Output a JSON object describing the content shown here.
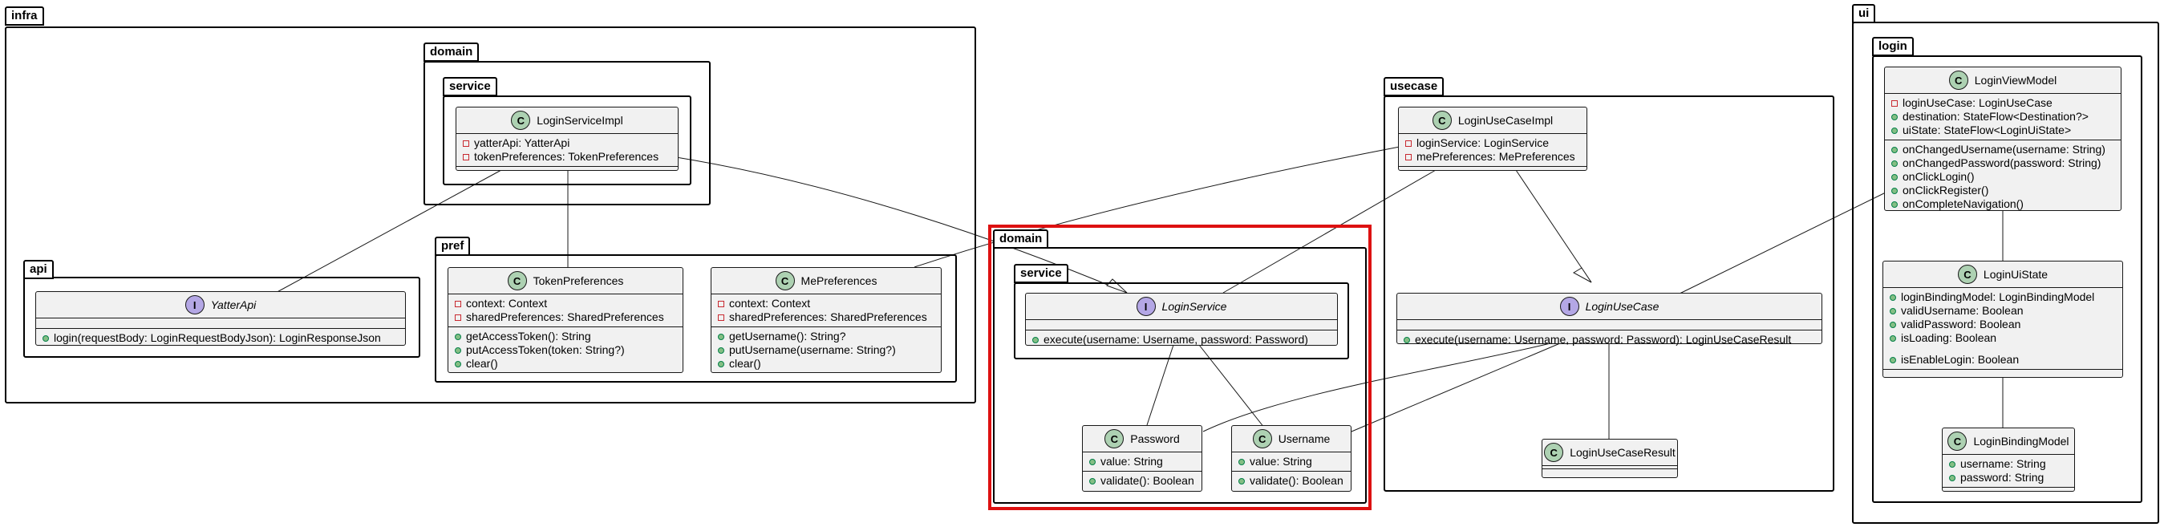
{
  "packages": {
    "infra": "infra",
    "infra_domain": "domain",
    "infra_domain_service": "service",
    "infra_api": "api",
    "infra_pref": "pref",
    "domain": "domain",
    "domain_service": "service",
    "usecase": "usecase",
    "ui": "ui",
    "ui_login": "login"
  },
  "classes": {
    "login_service_impl": {
      "name": "LoginServiceImpl",
      "fields": [
        "yatterApi: YatterApi",
        "tokenPreferences: TokenPreferences"
      ]
    },
    "yatter_api": {
      "name": "YatterApi",
      "methods": [
        "login(requestBody: LoginRequestBodyJson): LoginResponseJson"
      ]
    },
    "token_preferences": {
      "name": "TokenPreferences",
      "fields": [
        "context: Context",
        "sharedPreferences: SharedPreferences"
      ],
      "methods": [
        "getAccessToken(): String",
        "putAccessToken(token: String?)",
        "clear()"
      ]
    },
    "me_preferences": {
      "name": "MePreferences",
      "fields": [
        "context: Context",
        "sharedPreferences: SharedPreferences"
      ],
      "methods": [
        "getUsername(): String?",
        "putUsername(username: String?)",
        "clear()"
      ]
    },
    "login_service": {
      "name": "LoginService",
      "methods": [
        "execute(username: Username, password: Password)"
      ]
    },
    "password": {
      "name": "Password",
      "fields": [
        "value: String"
      ],
      "methods": [
        "validate(): Boolean"
      ]
    },
    "username": {
      "name": "Username",
      "fields": [
        "value: String"
      ],
      "methods": [
        "validate(): Boolean"
      ]
    },
    "login_usecase_impl": {
      "name": "LoginUseCaseImpl",
      "fields": [
        "loginService: LoginService",
        "mePreferences: MePreferences"
      ]
    },
    "login_usecase": {
      "name": "LoginUseCase",
      "methods": [
        "execute(username: Username, password: Password): LoginUseCaseResult"
      ]
    },
    "login_usecase_result": {
      "name": "LoginUseCaseResult"
    },
    "login_view_model": {
      "name": "LoginViewModel",
      "fields": [
        "loginUseCase: LoginUseCase",
        "destination: StateFlow<Destination?>",
        "uiState: StateFlow<LoginUiState>"
      ],
      "methods": [
        "onChangedUsername(username: String)",
        "onChangedPassword(password: String)",
        "onClickLogin()",
        "onClickRegister()",
        "onCompleteNavigation()"
      ]
    },
    "login_ui_state": {
      "name": "LoginUiState",
      "fields": [
        "loginBindingModel: LoginBindingModel",
        "validUsername: Boolean",
        "validPassword: Boolean",
        "isLoading: Boolean"
      ],
      "extra": [
        "isEnableLogin: Boolean"
      ]
    },
    "login_binding_model": {
      "name": "LoginBindingModel",
      "fields": [
        "username: String",
        "password: String"
      ]
    }
  },
  "highlight_color": "#dd1111"
}
